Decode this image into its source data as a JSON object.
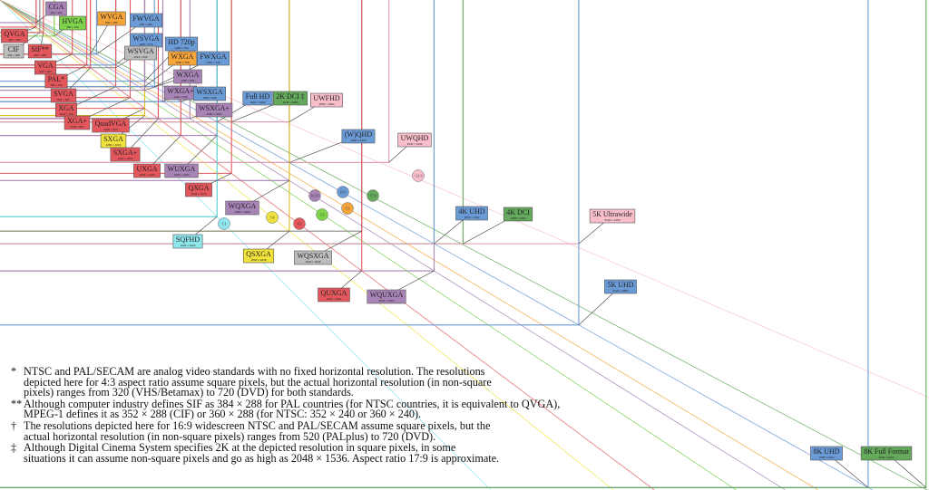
{
  "palette": {
    "red": "#e3575c",
    "purple": "#a883b6",
    "blue": "#6b9bd6",
    "green": "#64a95c",
    "lime": "#7fd34a",
    "orange": "#f6a53a",
    "yellow": "#f1e33b",
    "gray": "#bdbdbd",
    "pink": "#f8bfcb",
    "cyan": "#8fe6ec"
  },
  "standards": [
    {
      "name": "CGA",
      "w": 320,
      "h": 200,
      "color": "purple"
    },
    {
      "name": "QVGA",
      "w": 320,
      "h": 240,
      "color": "red"
    },
    {
      "name": "HVGA",
      "w": 480,
      "h": 320,
      "color": "lime"
    },
    {
      "name": "CIF",
      "w": 352,
      "h": 288,
      "color": "gray"
    },
    {
      "name": "SIF**",
      "w": 384,
      "h": 288,
      "color": "red"
    },
    {
      "name": "WVGA",
      "w": 800,
      "h": 480,
      "color": "orange"
    },
    {
      "name": "FWVGA",
      "w": 854,
      "h": 480,
      "color": "blue"
    },
    {
      "name": "WSVGA",
      "w": 1024,
      "h": 576,
      "color": "blue"
    },
    {
      "name": "WSVGA",
      "w": 1024,
      "h": 600,
      "color": "gray"
    },
    {
      "name": "VGA",
      "w": 640,
      "h": 480,
      "color": "red"
    },
    {
      "name": "PAL*",
      "w": 768,
      "h": 576,
      "color": "red"
    },
    {
      "name": "SVGA",
      "w": 800,
      "h": 600,
      "color": "red"
    },
    {
      "name": "XGA",
      "w": 1024,
      "h": 768,
      "color": "red"
    },
    {
      "name": "XGA+",
      "w": 1152,
      "h": 864,
      "color": "red"
    },
    {
      "name": "QuadVGA",
      "w": 1280,
      "h": 960,
      "color": "red"
    },
    {
      "name": "SXGA",
      "w": 1280,
      "h": 1024,
      "color": "yellow"
    },
    {
      "name": "SXGA+",
      "w": 1400,
      "h": 1050,
      "color": "red"
    },
    {
      "name": "HD 720p",
      "w": 1280,
      "h": 720,
      "color": "blue"
    },
    {
      "name": "WXGA",
      "w": 1280,
      "h": 768,
      "color": "orange"
    },
    {
      "name": "FWXGA",
      "w": 1366,
      "h": 768,
      "color": "blue"
    },
    {
      "name": "WXGA",
      "w": 1280,
      "h": 800,
      "color": "purple"
    },
    {
      "name": "WXGA+",
      "w": 1440,
      "h": 900,
      "color": "purple"
    },
    {
      "name": "WSXGA",
      "w": 1600,
      "h": 900,
      "color": "blue"
    },
    {
      "name": "WSXGA+",
      "w": 1680,
      "h": 1050,
      "color": "purple"
    },
    {
      "name": "Full HD",
      "w": 1920,
      "h": 1080,
      "color": "blue"
    },
    {
      "name": "2K DCI ‡",
      "w": 2048,
      "h": 1080,
      "color": "green"
    },
    {
      "name": "UWFHD",
      "w": 2560,
      "h": 1080,
      "color": "pink"
    },
    {
      "name": "UXGA",
      "w": 1600,
      "h": 1200,
      "color": "red"
    },
    {
      "name": "WUXGA",
      "w": 1920,
      "h": 1200,
      "color": "purple"
    },
    {
      "name": "QXGA",
      "w": 2048,
      "h": 1536,
      "color": "red"
    },
    {
      "name": "WQXGA",
      "w": 2560,
      "h": 1600,
      "color": "purple"
    },
    {
      "name": "(W)QHD",
      "w": 2560,
      "h": 1440,
      "color": "blue"
    },
    {
      "name": "UWQHD",
      "w": 3440,
      "h": 1440,
      "color": "pink"
    },
    {
      "name": "SQFHD",
      "w": 1920,
      "h": 1920,
      "color": "cyan"
    },
    {
      "name": "QSXGA",
      "w": 2560,
      "h": 2048,
      "color": "yellow"
    },
    {
      "name": "WQSXGA",
      "w": 3200,
      "h": 2048,
      "color": "gray"
    },
    {
      "name": "QUXGA",
      "w": 3200,
      "h": 2400,
      "color": "red"
    },
    {
      "name": "WQUXGA",
      "w": 3840,
      "h": 2400,
      "color": "purple"
    },
    {
      "name": "4K UHD",
      "w": 3840,
      "h": 2160,
      "color": "blue"
    },
    {
      "name": "4K DCI",
      "w": 4096,
      "h": 2160,
      "color": "green"
    },
    {
      "name": "5K Ultrawide",
      "w": 5120,
      "h": 2160,
      "color": "pink"
    },
    {
      "name": "5K UHD",
      "w": 5120,
      "h": 2880,
      "color": "blue"
    },
    {
      "name": "8K UHD",
      "w": 7680,
      "h": 4320,
      "color": "blue"
    },
    {
      "name": "8K Full Format",
      "w": 8192,
      "h": 4320,
      "color": "green"
    }
  ],
  "ratios": [
    {
      "label": "1:1",
      "rw": 1,
      "rh": 1,
      "color": "cyan"
    },
    {
      "label": "5:4",
      "rw": 5,
      "rh": 4,
      "color": "yellow"
    },
    {
      "label": "4:3",
      "rw": 4,
      "rh": 3,
      "color": "red"
    },
    {
      "label": "3:2",
      "rw": 3,
      "rh": 2,
      "color": "lime"
    },
    {
      "label": "16:10",
      "rw": 16,
      "rh": 10,
      "color": "purple"
    },
    {
      "label": "5:3",
      "rw": 5,
      "rh": 3,
      "color": "orange"
    },
    {
      "label": "16:9",
      "rw": 16,
      "rh": 9,
      "color": "blue"
    },
    {
      "label": "17:9",
      "rw": 17,
      "rh": 9,
      "color": "green"
    },
    {
      "label": "~21:9",
      "rw": 21,
      "rh": 9,
      "color": "pink"
    }
  ],
  "footnotes": [
    {
      "mark": "*",
      "text": "NTSC and PAL/SECAM are analog video standards with no fixed horizontal resolution. The resolutions\ndepicted here for 4:3 aspect ratio assume square pixels, but the actual horizontal resolution (in non-square\npixels) ranges from 320 (VHS/Betamax) to 720 (DVD) for both standards."
    },
    {
      "mark": "**",
      "text": "Although computer industry defines SIF as 384 × 288 for PAL countries (for NTSC countries, it is equivalent to QVGA),\nMPEG-1 defines it as 352 × 288 (CIF) or 360 × 288 (for NTSC: 352 × 240 or 360 × 240)."
    },
    {
      "mark": "†",
      "text": "The resolutions depicted here for 16:9 widescreen NTSC and PAL/SECAM assume square pixels, but the\nactual horizontal resolution (in non-square pixels) ranges from 520 (PALplus) to 720 (DVD)."
    },
    {
      "mark": "‡",
      "text": "Although Digital Cinema System specifies 2K at the depicted resolution in square pixels, in some\nsituations it can assume non-square pixels and go as high as 2048 × 1536. Aspect ratio 17:9 is approximate."
    }
  ]
}
